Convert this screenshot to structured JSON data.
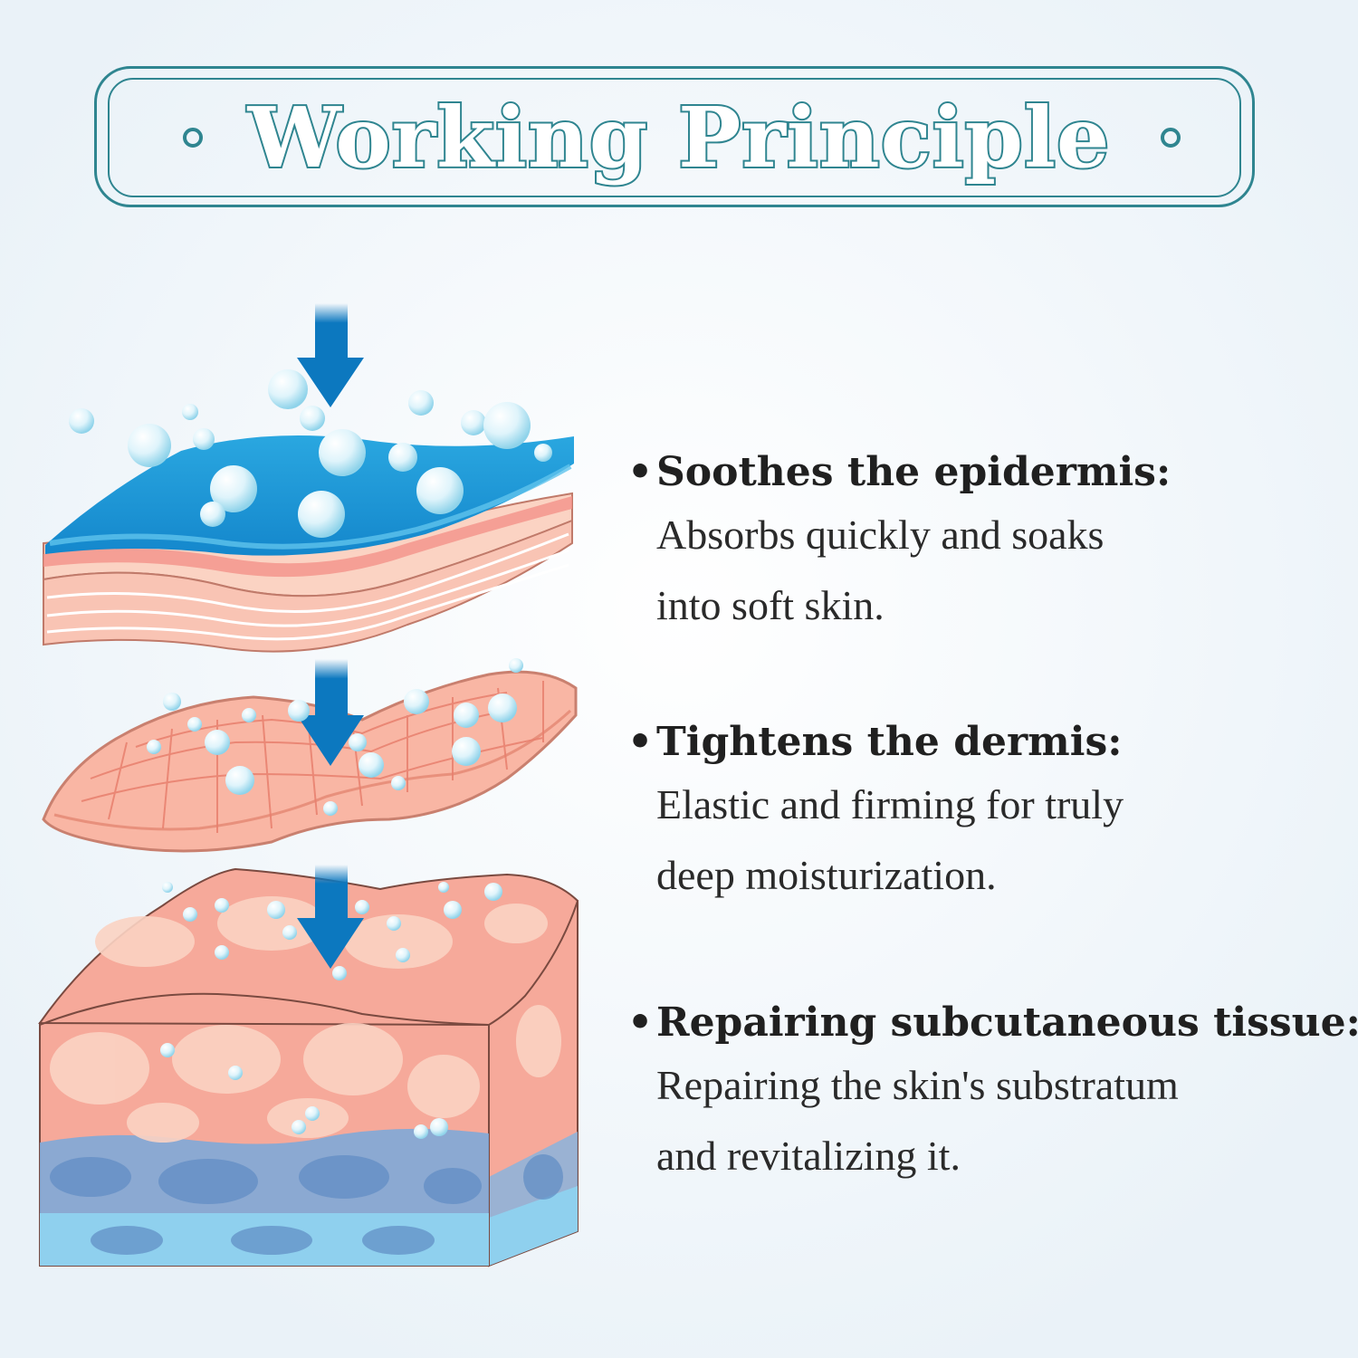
{
  "banner": {
    "title": "Working Principle"
  },
  "items": [
    {
      "heading": "Soothes the epidermis:",
      "desc1": "Absorbs quickly and soaks",
      "desc2": "into soft skin."
    },
    {
      "heading": "Tightens the dermis:",
      "desc1": "Elastic and firming for truly",
      "desc2": "deep moisturization."
    },
    {
      "heading": "Repairing subcutaneous tissue:",
      "desc1": "Repairing the skin's substratum",
      "desc2": "and revitalizing it."
    }
  ],
  "colors": {
    "accent": "#2f8590",
    "arrow": "#0c78bf",
    "skin": "#f6a99a",
    "skin_light": "#fbd3c3",
    "fat_blue": "#7fa8d8",
    "serum_blue": "#1f9ad6"
  },
  "icons": [
    "down-arrow-icon",
    "bubble-icon"
  ]
}
